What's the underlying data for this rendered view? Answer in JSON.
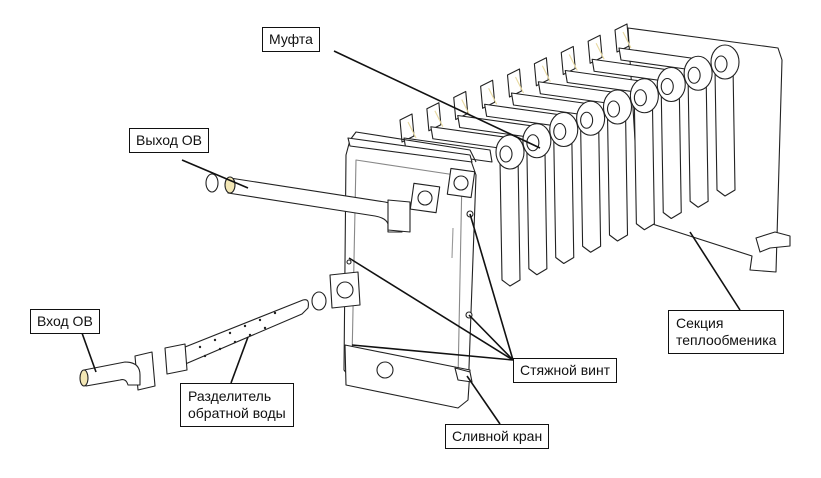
{
  "diagram": {
    "subject": "Heat exchanger assembly (exploded view)",
    "labels": {
      "coupling": "Муфта",
      "outlet": "Выход ОВ",
      "inlet": "Вход ОВ",
      "return_splitter": [
        "Разделитель",
        "обратной воды"
      ],
      "tie_screw": "Стяжной винт",
      "drain_valve": "Сливной кран",
      "section": [
        "Секция",
        "теплообменика"
      ]
    },
    "section_count": 9,
    "colors": {
      "line": "#111111",
      "background": "#ffffff",
      "seal_accent": "#e8d9a0"
    }
  }
}
